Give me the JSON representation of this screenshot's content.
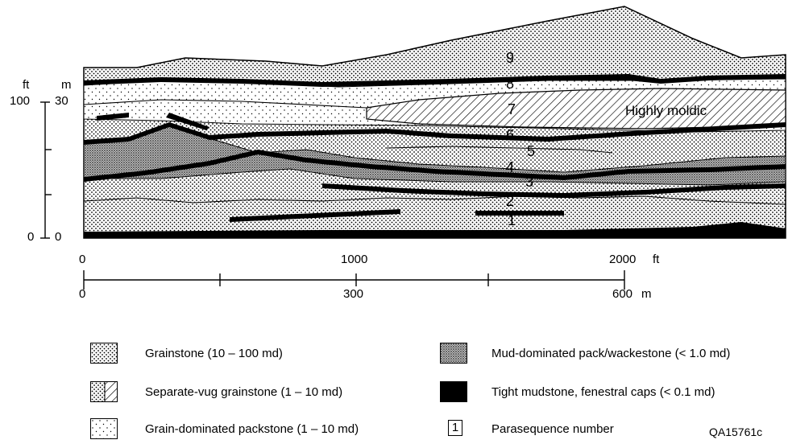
{
  "section": {
    "parasequence_numbers": [
      "9",
      "8",
      "7",
      "6",
      "5",
      "4",
      "3",
      "2",
      "1"
    ],
    "annotation": "Highly moldic"
  },
  "vertical_scale": {
    "unit_ft": "ft",
    "unit_m": "m",
    "ft_top": "100",
    "ft_bottom": "0",
    "m_top": "30",
    "m_bottom": "0"
  },
  "horizontal_scale": {
    "ft_labels": [
      "0",
      "1000",
      "2000"
    ],
    "ft_unit": "ft",
    "m_labels": [
      "0",
      "300",
      "600"
    ],
    "m_unit": "m"
  },
  "legend": [
    {
      "pattern": "grainstone",
      "label": "Grainstone (10 – 100 md)"
    },
    {
      "pattern": "separate-vug",
      "label": "Separate-vug grainstone (1 – 10 md)"
    },
    {
      "pattern": "packstone",
      "label": "Grain-dominated packstone (1 – 10 md)"
    },
    {
      "pattern": "wackestone",
      "label": "Mud-dominated pack/wackestone (< 1.0 md)"
    },
    {
      "pattern": "mudstone",
      "label": "Tight mudstone, fenestral caps (< 0.1 md)"
    },
    {
      "pattern": "parasequence",
      "symbol": "1",
      "label": "Parasequence number"
    }
  ],
  "figure_id": "QA15761c"
}
